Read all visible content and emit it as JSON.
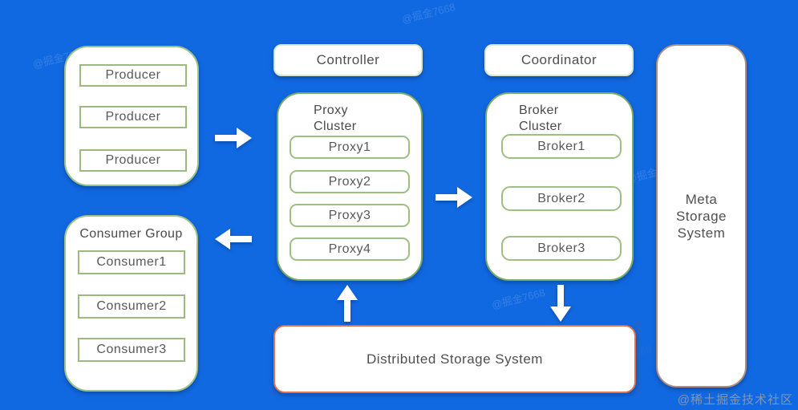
{
  "diagram": {
    "producer_group": {
      "items": [
        "Producer",
        "Producer",
        "Producer"
      ]
    },
    "consumer_group": {
      "title": "Consumer Group",
      "items": [
        "Consumer1",
        "Consumer2",
        "Consumer3"
      ]
    },
    "controller": {
      "label": "Controller"
    },
    "coordinator": {
      "label": "Coordinator"
    },
    "proxy_cluster": {
      "title": "Proxy Cluster",
      "items": [
        "Proxy1",
        "Proxy2",
        "Proxy3",
        "Proxy4"
      ]
    },
    "broker_cluster": {
      "title": "Broker Cluster",
      "items": [
        "Broker1",
        "Broker2",
        "Broker3"
      ]
    },
    "meta_storage": {
      "label": "Meta Storage System"
    },
    "distributed_storage": {
      "label": "Distributed Storage System"
    }
  },
  "watermark": {
    "scatter": "@掘金7668",
    "badge": "@稀土掘金技术社区"
  },
  "colors": {
    "background": "#1169e1",
    "box_border_green": "#9cba7e",
    "cluster_border_green": "#7cab63",
    "storage_border_orange": "#e0714a",
    "meta_border_brown": "#ad8d80",
    "text_gray": "#595959"
  }
}
